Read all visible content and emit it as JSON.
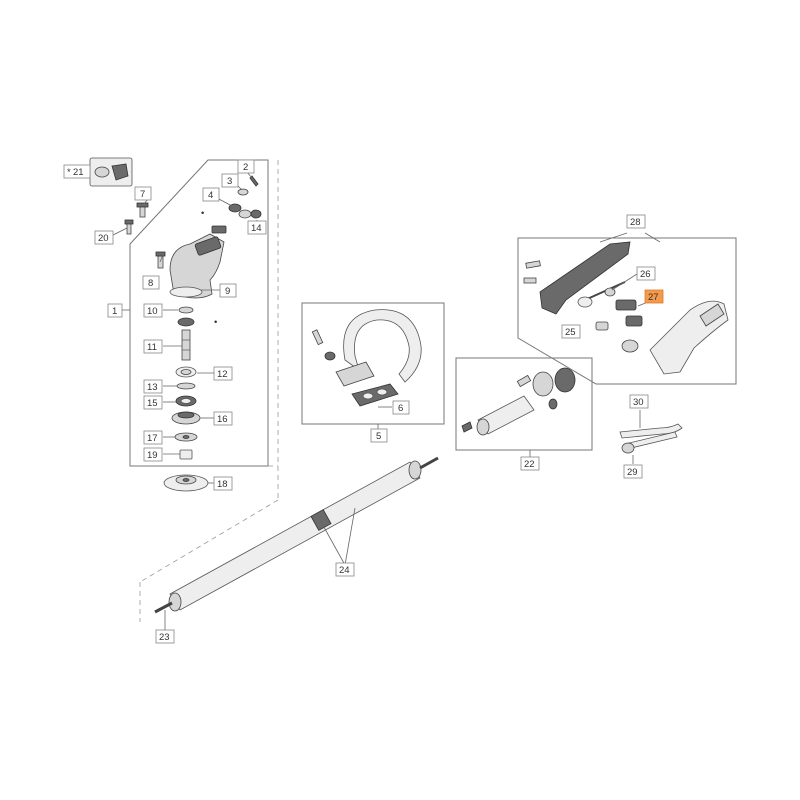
{
  "callouts": {
    "c1": "1",
    "c2": "2",
    "c3": "3",
    "c4": "4",
    "c5": "5",
    "c6": "6",
    "c7": "7",
    "c8": "8",
    "c9": "9",
    "c10": "10",
    "c11": "11",
    "c12": "12",
    "c13": "13",
    "c14": "14",
    "c15": "15",
    "c16": "16",
    "c17": "17",
    "c18": "18",
    "c19": "19",
    "c20": "20",
    "c21": "21",
    "c22": "22",
    "c23": "23",
    "c24": "24",
    "c25": "25",
    "c26": "26",
    "c27": "27",
    "c28": "28",
    "c29": "29",
    "c30": "30"
  },
  "markers": {
    "star": "*",
    "dot": "•"
  },
  "colors": {
    "highlight": "#f59a4c",
    "frame": "#777777",
    "part": "#d6d6d6"
  }
}
